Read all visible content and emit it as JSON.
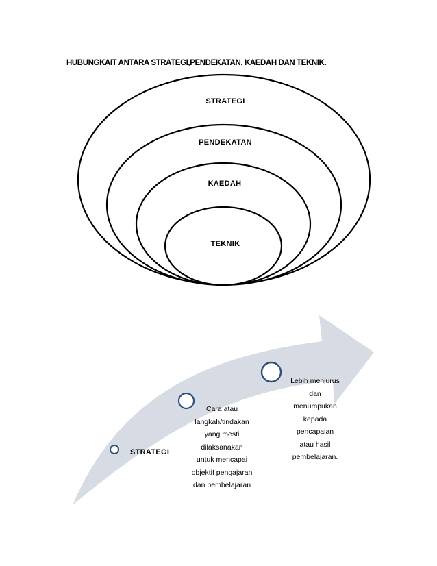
{
  "title": "HUBUNGKAIT ANTARA STRATEGI,PENDEKATAN, KAEDAH DAN TEKNIK.",
  "ellipses": [
    {
      "label": "STRATEGI"
    },
    {
      "label": "PENDEKATAN"
    },
    {
      "label": "KAEDAH"
    },
    {
      "label": "TEKNIK"
    }
  ],
  "arrow": {
    "fill_color": "#d7dbe3",
    "node_stroke": "#2e4f7a",
    "nodes": [
      {
        "label": "STRATEGI"
      },
      {
        "text": "Cara atau\nlangkah/tindakan\nyang mesti\ndilaksanakan\nuntuk mencapai\nobjektif pengajaran\ndan pembelajaran"
      },
      {
        "text": "Lebih menjurus\ndan\nmenumpukan\nkepada\npencapaian\natau hasil\npembelajaran."
      }
    ]
  }
}
